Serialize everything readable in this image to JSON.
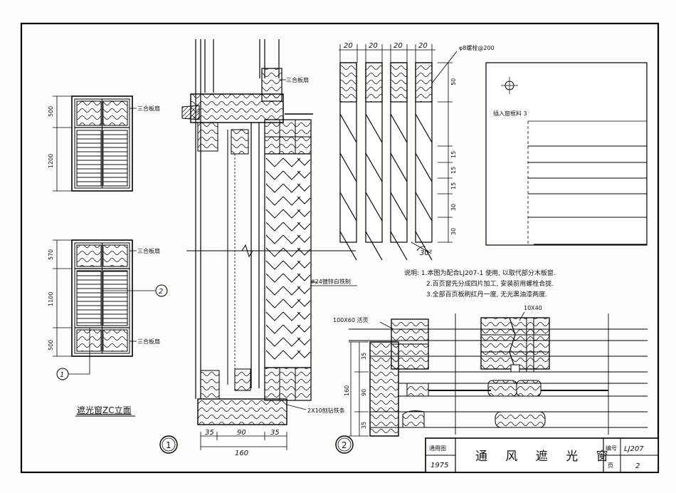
{
  "drawing": {
    "title": "通 风 遮 光 窗",
    "atlas_label": "通用图",
    "year": "1975",
    "number_label": "编号",
    "number": "LJ207",
    "page_label": "页",
    "page": "2"
  },
  "elevation": {
    "caption": "遮光窗ZC立面",
    "upper_dims": [
      "500",
      "1200"
    ],
    "lower_dims": [
      "570",
      "1100",
      "500"
    ],
    "label_plywood_top": "三合板扇",
    "label_plywood_mid": "三合板扇",
    "label_plywood_bot": "三合板扇",
    "callout_1": "1",
    "callout_2": "2"
  },
  "section1": {
    "label_plywood": "三合板扇",
    "label_iron": "#24镀锌白铁制",
    "label_strip": "2X10刨钻铁条",
    "dims": [
      "35",
      "90",
      "35"
    ],
    "total": "160",
    "callout": "1"
  },
  "louver": {
    "top_dims": [
      "20",
      "20",
      "20",
      "20"
    ],
    "bolt": "φ8螺栓@200",
    "side_dims": [
      "50",
      "15",
      "15",
      "15",
      "30",
      "30"
    ],
    "angle": "30°",
    "insert_label": "插入窗框料 3"
  },
  "notes": {
    "line1": "说明: 1.本图为配合LJ207-1 使用, 以取代部分木板窗.",
    "line2": "2.百页窗先分成四片加工, 安装前用螺栓合拢.",
    "line3": "3.全部百页板刷红丹一度, 无光黑油漆两度."
  },
  "section2": {
    "label_hinge": "100X60 活页",
    "label_size": "10X40",
    "dims": [
      "35",
      "90",
      "35"
    ],
    "total": "160",
    "callout": "2"
  }
}
